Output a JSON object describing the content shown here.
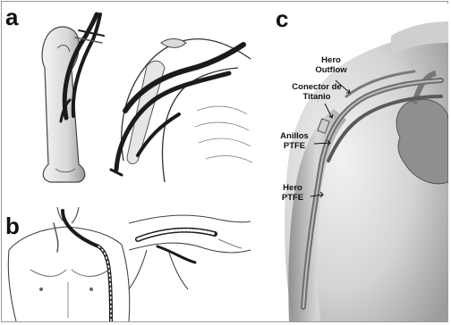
{
  "panels": {
    "a": {
      "label": "a"
    },
    "b": {
      "label": "b"
    },
    "c": {
      "label": "c"
    }
  },
  "annotations": {
    "hero_outflow": [
      "Hero",
      "Outflow"
    ],
    "conector_titanio": [
      "Conector de",
      "Titanio"
    ],
    "anillos_ptfe": [
      "Anillos",
      "PTFE"
    ],
    "hero_ptfe": [
      "Hero",
      "PTFE"
    ]
  },
  "colors": {
    "frame": "#9a9a9a",
    "ink": "#111111",
    "graft": "#1b1b1b",
    "vessel": "#6e6e6e",
    "skin_light": "#eeeeee",
    "skin_shade": "#a9a9a9"
  }
}
